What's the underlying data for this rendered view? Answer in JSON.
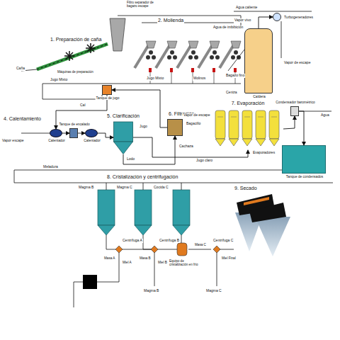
{
  "diagram": {
    "nodes": [
      {
        "text": [
          "Caldera"
        ]
      },
      {
        "text": [
          "Turbogeneradores"
        ]
      },
      {
        "text": [
          "Tanque de jugo"
        ]
      },
      {
        "text": [
          "Calentador"
        ]
      },
      {
        "text": [
          "Tanque de encalado"
        ]
      },
      {
        "text": [
          "Calentador"
        ]
      },
      {
        "text": [
          "5. Clarificación"
        ]
      },
      {
        "text": [
          "6. Filtración"
        ]
      },
      {
        "text": [
          "7. Evaporación"
        ]
      },
      {
        "text": [
          "Condensador barométrico"
        ]
      },
      {
        "text": [
          "Tanque de condensados"
        ]
      }
    ],
    "edges": [
      {
        "from": 0,
        "to": 1,
        "arrow": "to",
        "label": "Vapor vivo"
      },
      {
        "from": 2,
        "to": 3,
        "arrow": "to"
      },
      {
        "from": 3,
        "to": 4,
        "arrow": "to"
      },
      {
        "from": 4,
        "to": 5,
        "arrow": "to"
      },
      {
        "from": 5,
        "to": 6,
        "arrow": "to"
      },
      {
        "from": 6,
        "to": 7,
        "arrow": "to"
      },
      {
        "from": 6,
        "to": 8,
        "arrow": "to",
        "label": "Jugo claro"
      },
      {
        "from": 7,
        "to": 2,
        "arrow": "to"
      },
      {
        "from": 8,
        "to": 9,
        "arrow": "to"
      },
      {
        "from": 9,
        "to": 10,
        "arrow": "to"
      }
    ],
    "labels": [
      "1. Preparación de caña",
      "Caña",
      "Máquinas de preparación",
      "Filtro separador de bagazo escape",
      "2. Molienda",
      "Agua caliente",
      "Agua de imbibición",
      "Bagazo fino",
      "Vapor de escape",
      "Jugo Mixto",
      "Jugo Mixto",
      "Molinos",
      "Ceniza",
      "4. Calentamiento",
      "Vapor escape",
      "Cal",
      "Jugo",
      "Lodo",
      "Bagacillo",
      "Cachaza",
      "Vapor de escape",
      "Evaporadores",
      "Meladura",
      "Agua",
      "8. Cristalización y centrifugación",
      "Magma B",
      "Magma C",
      "Cocida C",
      "Centrífuga A",
      "Centrífuga B",
      "Centrífuga C",
      "Masa A",
      "Miel A",
      "Masa B",
      "Miel B",
      "Equipo de cristalización en frío",
      "Masa C",
      "Miel Final",
      "Magma B",
      "Magma C",
      "9. Secado"
    ]
  }
}
